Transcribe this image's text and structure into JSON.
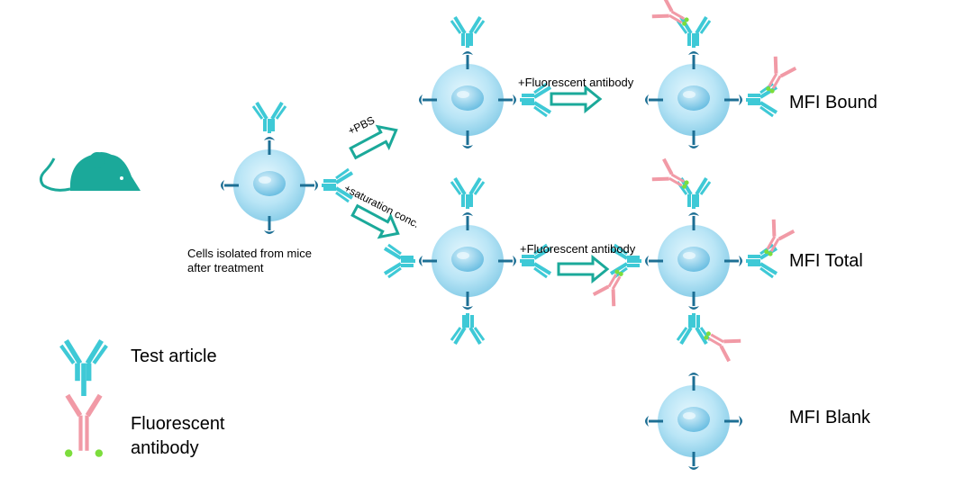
{
  "diagram": {
    "labels": {
      "cells_line1": "Cells isolated from mice",
      "cells_line2": "after treatment",
      "pbs": "+PBS",
      "saturation": "+saturation conc.",
      "fluorescent_top": "+Fluorescent antibody",
      "fluorescent_bottom": "+Fluorescent antibody",
      "mfi_bound": "MFI Bound",
      "mfi_total": "MFI Total",
      "mfi_blank": "MFI Blank"
    },
    "legend": {
      "test_article": "Test article",
      "fluorescent_line1": "Fluorescent",
      "fluorescent_line2": "antibody"
    },
    "colors": {
      "cell_outer": "#a8dcf0",
      "cell_nucleus": "#7cc6e8",
      "mouse": "#1ba99a",
      "receptor": "#1d6f94",
      "test_article": "#3ec9d6",
      "fluorescent_antibody": "#f19aa6",
      "fluor_dot": "#7cdd3c",
      "arrow": "#1ba99a"
    }
  }
}
